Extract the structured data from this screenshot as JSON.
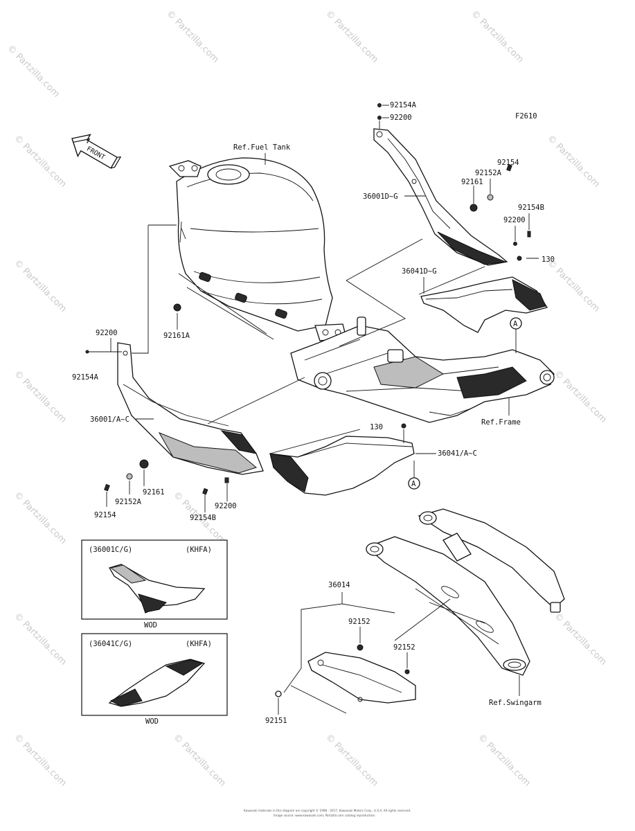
{
  "figure_code": "F2610",
  "front_arrow_label": "FRONT",
  "reference_labels": {
    "fuel_tank": "Ref.Fuel Tank",
    "frame": "Ref.Frame",
    "swingarm": "Ref.Swingarm"
  },
  "callout_marker": "A",
  "part_numbers": {
    "top_92154a": "92154A",
    "top_92200": "92200",
    "r_92154": "92154",
    "r_92152a": "92152A",
    "r_92161": "92161",
    "r_36001dg": "36001D~G",
    "r_92154b": "92154B",
    "r_92200": "92200",
    "r_130": "130",
    "r_36041dg": "36041D~G",
    "l_92161a": "92161A",
    "l_92200": "92200",
    "l_92154a": "92154A",
    "l_36001ac": "36001/A~C",
    "l_92161": "92161",
    "l_92152a": "92152A",
    "l_92154": "92154",
    "l_92154b": "92154B",
    "l_92200b": "92200",
    "c_130": "130",
    "c_36041ac": "36041/A~C",
    "g_36014": "36014",
    "g_92152a": "92152",
    "g_92152b": "92152",
    "g_92151": "92151"
  },
  "insets": [
    {
      "model": "(36001C/G)",
      "variant": "(KHFA)",
      "color": "WOD"
    },
    {
      "model": "(36041C/G)",
      "variant": "(KHFA)",
      "color": "WOD"
    }
  ],
  "watermark": "© Partzilla.com",
  "footer": [
    "Kawasaki materials in this diagram are copyright © 1998 - 2017, Kawasaki Motors Corp., U.S.A. All rights reserved.",
    "Image source: www.kawasaki.com; Partzilla.com catalog reproduction."
  ]
}
